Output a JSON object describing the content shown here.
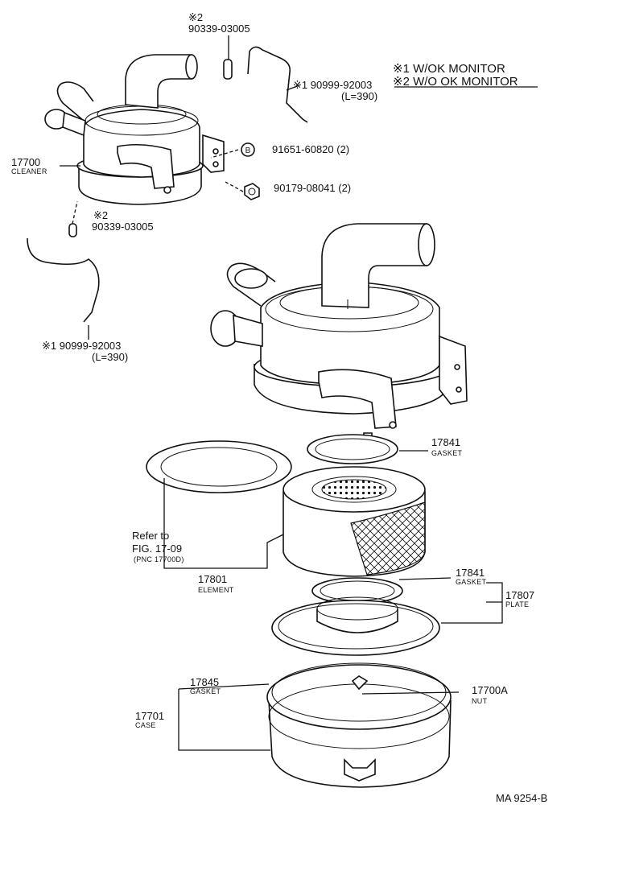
{
  "legend": {
    "item1": "※1 W/OK MONITOR",
    "item2": "※2 W/O OK MONITOR"
  },
  "labels": {
    "clip_top_mark": "※2",
    "clip_top_no": "90339-03005",
    "hose_top": "※1 90999-92003",
    "hose_top_len": "(L=390)",
    "cleaner_no": "17700",
    "cleaner_name": "CLEANER",
    "bolt_no": "91651-60820 (2)",
    "bolt_mark": "B",
    "nut_no": "90179-08041 (2)",
    "clip_bot_mark": "※2",
    "clip_bot_no": "90339-03005",
    "hose_bot": "※1 90999-92003",
    "hose_bot_len": "(L=390)",
    "gasket_a_no": "17841",
    "gasket_a_name": "GASKET",
    "refer_line1": "Refer to",
    "refer_line2": "FIG. 17-09",
    "refer_line3": "(PNC 17700D)",
    "element_no": "17801",
    "element_name": "ELEMENT",
    "gasket_b_no": "17841",
    "gasket_b_name": "GASKET",
    "plate_no": "17807",
    "plate_name": "PLATE",
    "gasket_c_no": "17845",
    "gasket_c_name": "GASKET",
    "nut_a_no": "17700A",
    "nut_a_name": "NUT",
    "case_no": "17701",
    "case_name": "CASE",
    "fig_code": "MA 9254-B"
  }
}
